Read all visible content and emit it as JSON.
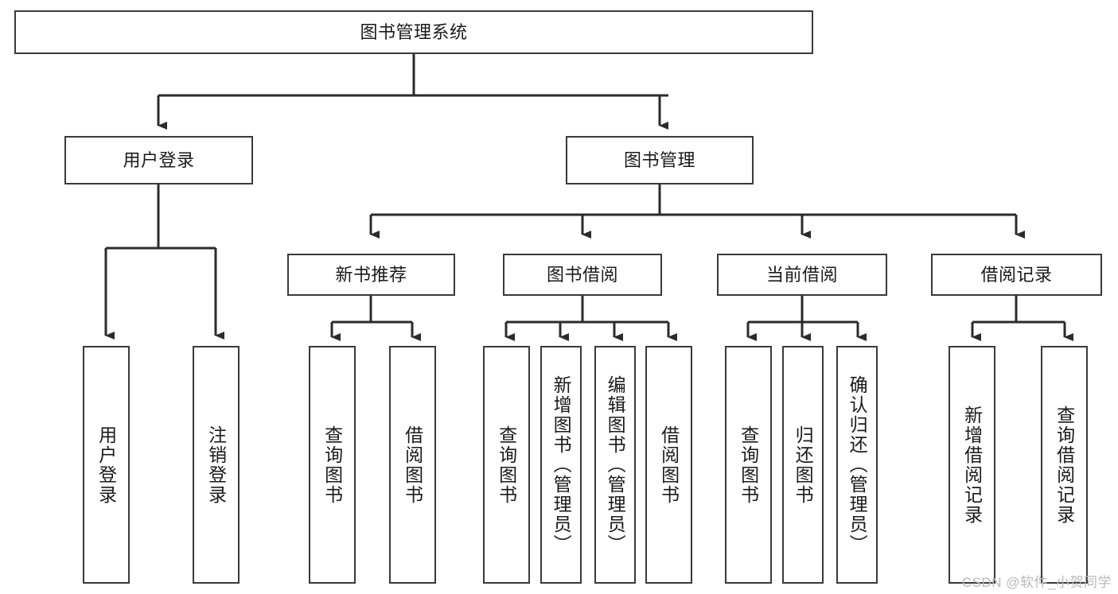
{
  "diagram": {
    "type": "tree-hierarchy-diagram",
    "title": "图书管理系统",
    "watermark": "CSDN @软件_小贺同学",
    "colors": {
      "box_border": "#3a3a3a",
      "box_fill": "#ffffff",
      "connector": "#2b2b2b",
      "text": "#1a1a1a",
      "watermark": "#b9b9b9",
      "background": "#ffffff"
    },
    "levels": {
      "root": {
        "label": "图书管理系统"
      },
      "level2": [
        {
          "label": "用户登录"
        },
        {
          "label": "图书管理"
        }
      ],
      "level3": [
        {
          "label": "新书推荐"
        },
        {
          "label": "图书借阅"
        },
        {
          "label": "当前借阅"
        },
        {
          "label": "借阅记录"
        }
      ]
    },
    "leaves": {
      "user_login": [
        {
          "label": "用户登录"
        },
        {
          "label": "注销登录"
        }
      ],
      "new_book_recommend": [
        {
          "label": "查询图书"
        },
        {
          "label": "借阅图书"
        }
      ],
      "book_borrow": [
        {
          "label": "查询图书"
        },
        {
          "label": "新增图书（管理员）"
        },
        {
          "label": "编辑图书（管理员）"
        },
        {
          "label": "借阅图书"
        }
      ],
      "current_borrow": [
        {
          "label": "查询图书"
        },
        {
          "label": "归还图书"
        },
        {
          "label": "确认归还（管理员）"
        }
      ],
      "borrow_record": [
        {
          "label": "新增借阅记录"
        },
        {
          "label": "查询借阅记录"
        }
      ]
    }
  }
}
